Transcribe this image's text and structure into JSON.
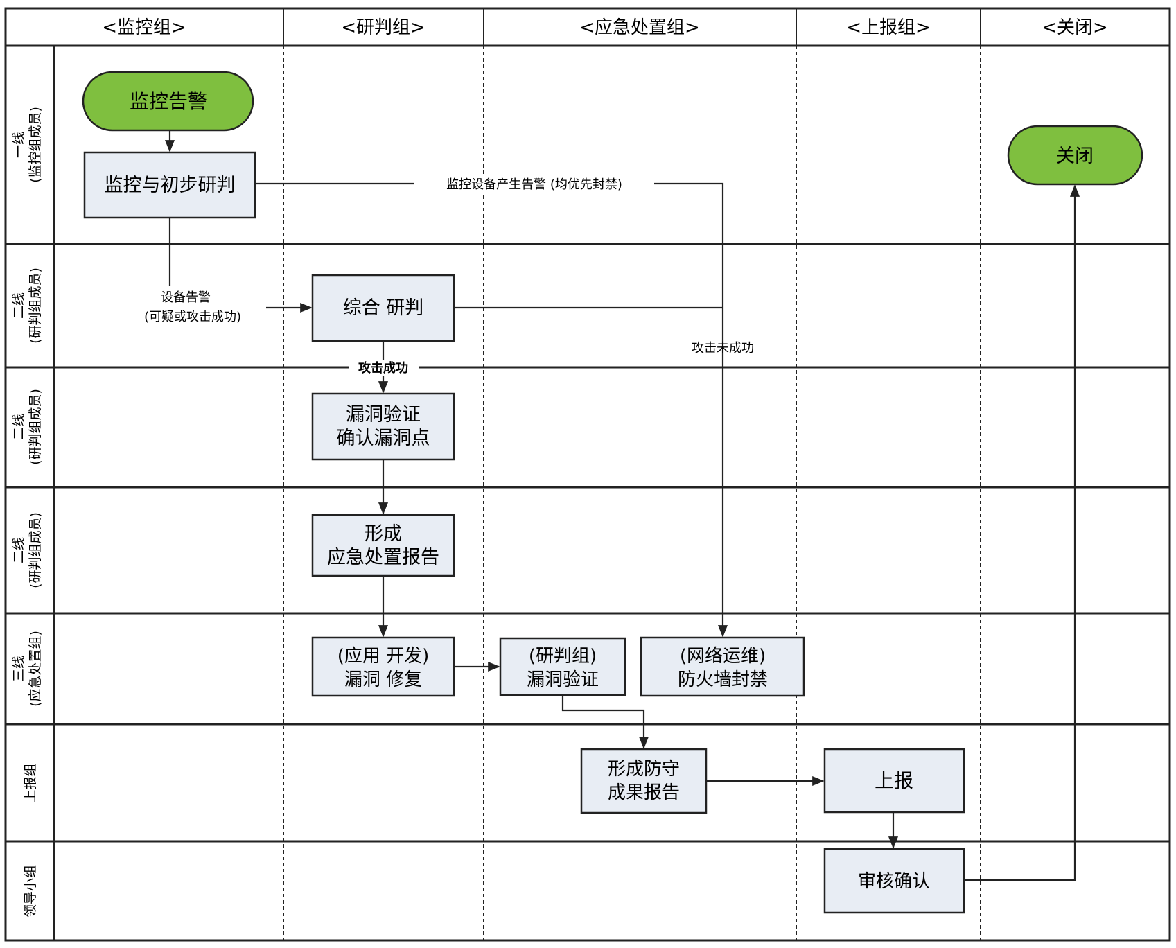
{
  "columns": [
    {
      "id": "monitor",
      "label": "<监控组>"
    },
    {
      "id": "judge",
      "label": "<研判组>"
    },
    {
      "id": "emergency",
      "label": "<应急处置组>"
    },
    {
      "id": "report",
      "label": "<上报组>"
    },
    {
      "id": "close",
      "label": "<关闭>"
    }
  ],
  "lanes": [
    {
      "id": "l1",
      "lines": [
        "一线",
        "(监控组成员)"
      ]
    },
    {
      "id": "l2",
      "lines": [
        "二线",
        "(研判组成员)"
      ]
    },
    {
      "id": "l3",
      "lines": [
        "二线",
        "(研判组成员)"
      ]
    },
    {
      "id": "l4",
      "lines": [
        "二线",
        "(研判组成员)"
      ]
    },
    {
      "id": "l5",
      "lines": [
        "三线",
        "(应急处置组)"
      ]
    },
    {
      "id": "l6",
      "lines": [
        "上报组"
      ]
    },
    {
      "id": "l7",
      "lines": [
        "领导小组"
      ]
    }
  ],
  "nodes": [
    {
      "id": "alert",
      "shape": "terminal",
      "lines": [
        "监控告警"
      ]
    },
    {
      "id": "monitor_judge",
      "shape": "process",
      "lines": [
        "监控与初步研判"
      ]
    },
    {
      "id": "close_node",
      "shape": "terminal",
      "lines": [
        "关闭"
      ]
    },
    {
      "id": "comprehensive",
      "shape": "process",
      "lines": [
        "综合 研判"
      ]
    },
    {
      "id": "vuln_verify",
      "shape": "process",
      "lines": [
        "漏洞验证",
        "确认漏洞点"
      ]
    },
    {
      "id": "form_report",
      "shape": "process",
      "lines": [
        "形成",
        "应急处置报告"
      ]
    },
    {
      "id": "app_fix",
      "shape": "process",
      "lines": [
        "(应用 开发)",
        "漏洞 修复"
      ]
    },
    {
      "id": "judge_verify",
      "shape": "process",
      "lines": [
        "(研判组)",
        "漏洞验证"
      ]
    },
    {
      "id": "firewall",
      "shape": "process",
      "lines": [
        "(网络运维)",
        "防火墙封禁"
      ]
    },
    {
      "id": "defense_report",
      "shape": "process",
      "lines": [
        "形成防守",
        "成果报告"
      ]
    },
    {
      "id": "submit",
      "shape": "process",
      "lines": [
        "上报"
      ]
    },
    {
      "id": "review",
      "shape": "process",
      "lines": [
        "审核确认"
      ]
    }
  ],
  "edges": [
    {
      "id": "e1",
      "from": "alert",
      "to": "monitor_judge",
      "label": ""
    },
    {
      "id": "e2",
      "from": "monitor_judge",
      "to": "comprehensive",
      "label": "设备告警\n(可疑或攻击成功)"
    },
    {
      "id": "e3",
      "from": "monitor_judge",
      "to": "firewall",
      "label": "监控设备产生告警 (均优先封禁)"
    },
    {
      "id": "e4",
      "from": "comprehensive",
      "to": "firewall",
      "label": "攻击未成功"
    },
    {
      "id": "e5",
      "from": "comprehensive",
      "to": "vuln_verify",
      "label": "攻击成功"
    },
    {
      "id": "e6",
      "from": "vuln_verify",
      "to": "form_report",
      "label": ""
    },
    {
      "id": "e7",
      "from": "form_report",
      "to": "app_fix",
      "label": ""
    },
    {
      "id": "e8",
      "from": "app_fix",
      "to": "judge_verify",
      "label": ""
    },
    {
      "id": "e9",
      "from": "judge_verify",
      "to": "defense_report",
      "label": ""
    },
    {
      "id": "e10",
      "from": "defense_report",
      "to": "submit",
      "label": ""
    },
    {
      "id": "e11",
      "from": "submit",
      "to": "review",
      "label": ""
    },
    {
      "id": "e12",
      "from": "review",
      "to": "close_node",
      "label": ""
    }
  ],
  "colors": {
    "terminal_fill": "#7fbf3f",
    "process_fill": "#e8edf4",
    "line": "#222222"
  }
}
